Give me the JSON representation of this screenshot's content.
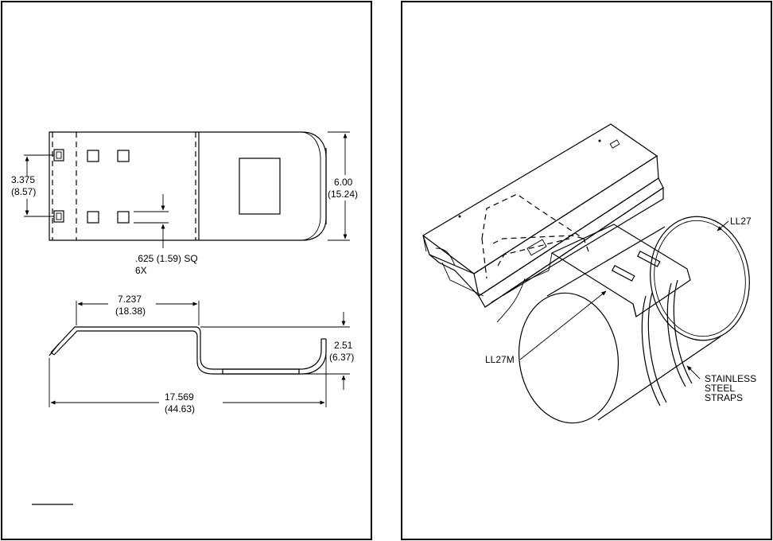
{
  "left_panel": {
    "top_view": {
      "height_in": "3.375",
      "height_mm": "(8.57)",
      "width_in": "6.00",
      "width_mm": "(15.24)",
      "hole_size": ".625 (1.59) SQ",
      "hole_count": "6X"
    },
    "side_view": {
      "offset_in": "7.237",
      "offset_mm": "(18.38)",
      "depth_in": "2.51",
      "depth_mm": "(6.37)",
      "length_in": "17.569",
      "length_mm": "(44.63)"
    }
  },
  "right_panel": {
    "labels": {
      "housing": "LL27",
      "mount": "LL27M",
      "straps_line1": "STAINLESS",
      "straps_line2": "STEEL",
      "straps_line3": "STRAPS"
    }
  }
}
